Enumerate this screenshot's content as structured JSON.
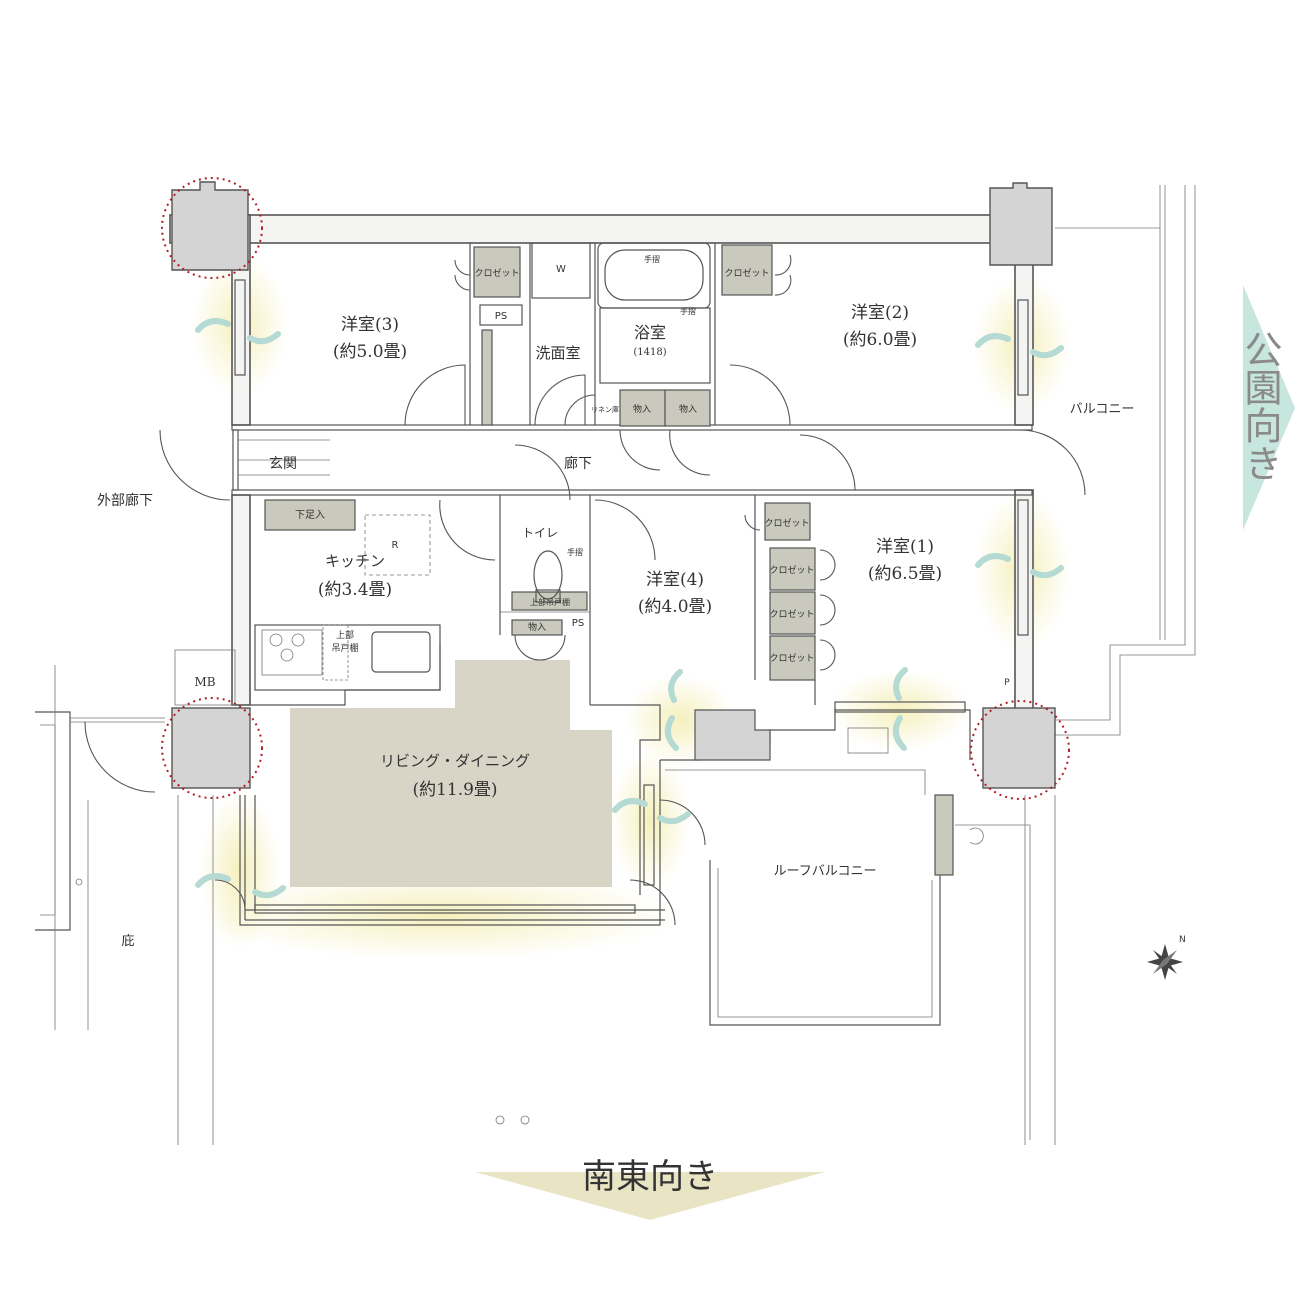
{
  "rooms": {
    "western3": {
      "name": "洋室(3)",
      "size": "(約5.0畳)"
    },
    "western2": {
      "name": "洋室(2)",
      "size": "(約6.0畳)"
    },
    "western1": {
      "name": "洋室(1)",
      "size": "(約6.5畳)"
    },
    "western4": {
      "name": "洋室(4)",
      "size": "(約4.0畳)"
    },
    "washroom": "洗面室",
    "bath": {
      "name": "浴室",
      "size": "(1418)"
    },
    "kitchen": {
      "name": "キッチン",
      "size": "(約3.4畳)"
    },
    "living": {
      "name": "リビング・ダイニング",
      "size": "(約11.9畳)"
    },
    "entrance": "玄関",
    "hallway": "廊下",
    "toilet": "トイレ"
  },
  "labels": {
    "closet": "クロゼット",
    "storage": "物入",
    "shoe_storage": "下足入",
    "linen": "リネン庫",
    "upper_cabinet": "上部吊戸棚",
    "upper": "上部",
    "cabinet": "吊戸棚",
    "handrail": "手摺",
    "ps": "PS",
    "washer": "W",
    "fridge": "R",
    "mb": "MB",
    "p": "P"
  },
  "outside": {
    "corridor": "外部廊下",
    "balcony": "バルコニー",
    "roof_balcony": "ルーフバルコニー",
    "eaves": "庇"
  },
  "orientation": {
    "south_east": "南東向き",
    "park": "公園向き",
    "north": "N"
  },
  "colors": {
    "living_fill": "#d8d5c6",
    "storage_fill": "#c9c9bd",
    "column_fill": "#d4d4d4",
    "marker": "#b01e23",
    "arrow": "#e9e4c3",
    "park_arrow": "#c7e6de",
    "wind": "#b5dad3",
    "window_glow": "#f5efb9"
  }
}
